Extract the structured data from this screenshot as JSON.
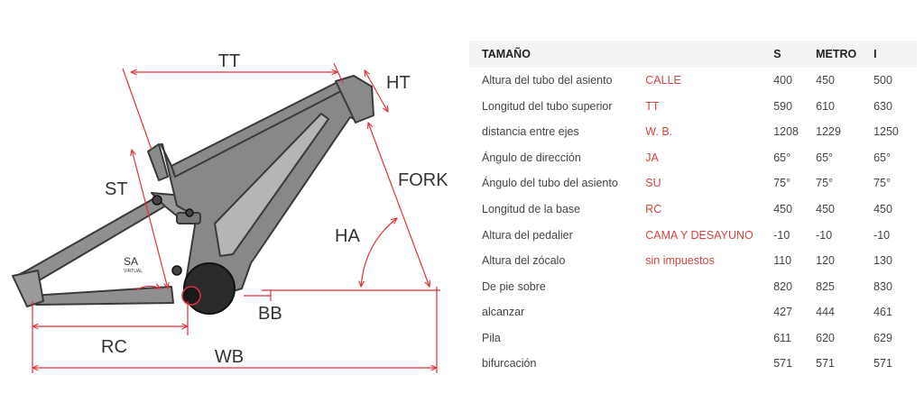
{
  "diagram": {
    "labels": {
      "tt": "TT",
      "ht": "HT",
      "st": "ST",
      "fork": "FORK",
      "ha": "HA",
      "sa": "SA",
      "sa_sub": "VIRTUAL",
      "bb": "BB",
      "rc": "RC",
      "wb": "WB"
    },
    "colors": {
      "frame": "#8a8a8a",
      "frame_stroke": "#3a3a3a",
      "dimension": "#e0303a",
      "motor": "#2b2b2b"
    }
  },
  "table": {
    "headers": [
      "TAMAÑO",
      "",
      "S",
      "METRO",
      "I"
    ],
    "rows": [
      [
        "Altura del tubo del asiento",
        "CALLE",
        "400",
        "450",
        "500"
      ],
      [
        "Longitud del tubo superior",
        "TT",
        "590",
        "610",
        "630"
      ],
      [
        "distancia entre ejes",
        "W. B.",
        "1208",
        "1229",
        "1250"
      ],
      [
        "Ángulo de dirección",
        "JA",
        "65°",
        "65°",
        "65°"
      ],
      [
        "Ángulo del tubo del asiento",
        "SU",
        "75°",
        "75°",
        "75°"
      ],
      [
        "Longitud de la base",
        "RC",
        "450",
        "450",
        "450"
      ],
      [
        "Altura del pedalier",
        "CAMA Y DESAYUNO",
        "-10",
        "-10",
        "-10"
      ],
      [
        "Altura del zócalo",
        "sin impuestos",
        "110",
        "120",
        "130"
      ],
      [
        "De pie sobre",
        "",
        "820",
        "825",
        "830"
      ],
      [
        "alcanzar",
        "",
        "427",
        "444",
        "461"
      ],
      [
        "Pila",
        "",
        "611",
        "620",
        "629"
      ],
      [
        "bifurcación",
        "",
        "571",
        "571",
        "571"
      ]
    ]
  }
}
